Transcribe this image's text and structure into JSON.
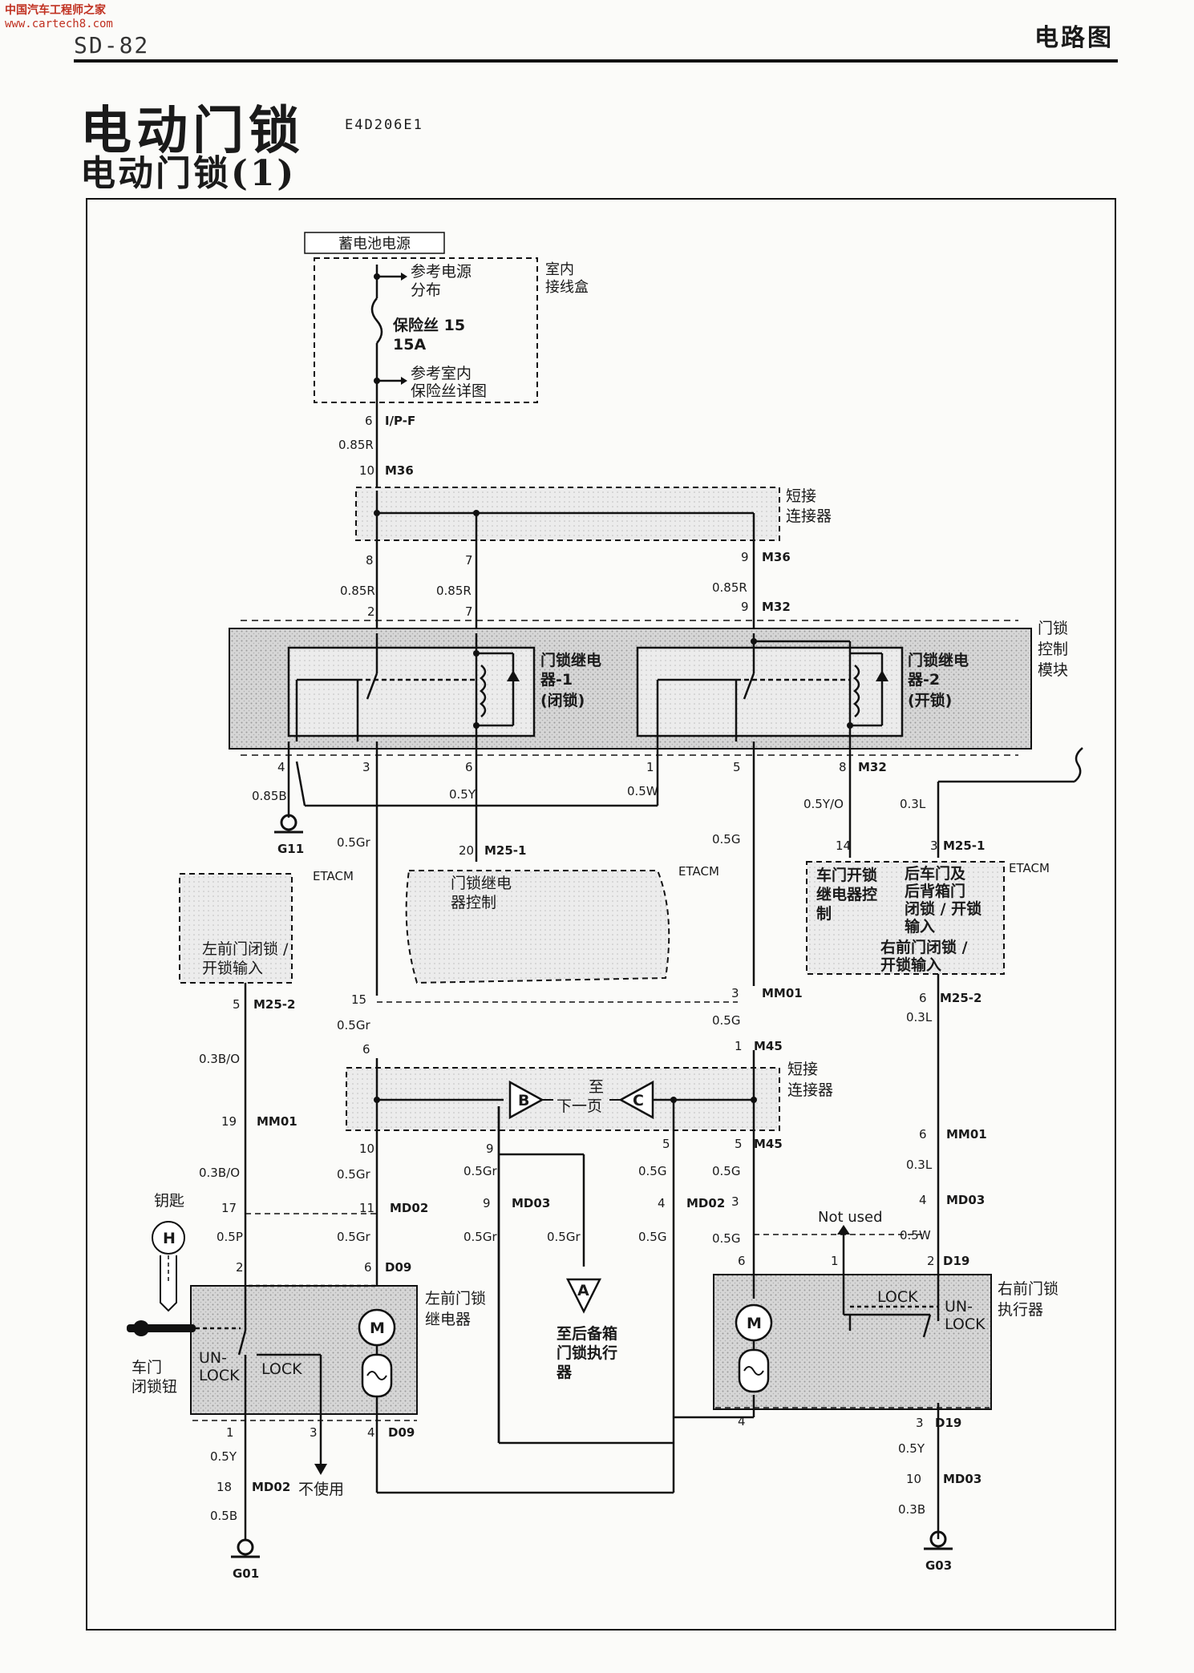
{
  "watermark": {
    "line1": "中国汽车工程师之家",
    "line2": "www.cartech8.com"
  },
  "header": {
    "page_number": "SD-82",
    "section": "电路图"
  },
  "title": {
    "main": "电动门锁",
    "doc_code": "E4D206E1",
    "sub": "电动门锁(1)"
  },
  "power": {
    "source_label": "蓄电池电源",
    "ref_power_l1": "参考电源",
    "ref_power_l2": "分布",
    "fuse_l1": "保险丝 15",
    "fuse_l2": "15A",
    "ref_fuse_l1": "参考室内",
    "ref_fuse_l2": "保险丝详图",
    "junction_l1": "室内",
    "junction_l2": "接线盒"
  },
  "short_connector": {
    "l1": "短接",
    "l2": "连接器"
  },
  "module": {
    "label_l1": "门锁",
    "label_l2": "控制",
    "label_l3": "模块",
    "relay1_l1": "门锁继电",
    "relay1_l2": "器-1",
    "relay1_l3": "(闭锁)",
    "relay2_l1": "门锁继电",
    "relay2_l2": "器-2",
    "relay2_l3": "(开锁)"
  },
  "etacm": {
    "tag": "ETACM",
    "left_l1": "左前门闭锁 /",
    "left_l2": "开锁输入",
    "mid_l1": "门锁继电",
    "mid_l2": "器控制",
    "r1_l1": "车门开锁",
    "r1_l2": "继电器控",
    "r1_l3": "制",
    "r2_l1": "后车门及",
    "r2_l2": "后背箱门",
    "r2_l3": "闭锁 / 开锁",
    "r2_l4": "输入",
    "r3_l1": "右前门闭锁 /",
    "r3_l2": "开锁输入"
  },
  "page_links": {
    "b": "B",
    "c": "C",
    "a": "A",
    "to_next_l1": "至",
    "to_next_l2": "下一页",
    "trunk_l1": "至后备箱",
    "trunk_l2": "门锁执行",
    "trunk_l3": "器"
  },
  "left_door": {
    "key": "钥匙",
    "key_symbol": "H",
    "knob_l1": "车门",
    "knob_l2": "闭锁钮",
    "unlock_l1": "UN-",
    "unlock_l2": "LOCK",
    "lock": "LOCK",
    "relay_l1": "左前门锁",
    "relay_l2": "继电器",
    "not_used": "不使用",
    "motor": "M"
  },
  "right_door": {
    "not_used": "Not used",
    "lock": "LOCK",
    "unlock_l1": "UN-",
    "unlock_l2": "LOCK",
    "actuator_l1": "右前门锁",
    "actuator_l2": "执行器",
    "motor": "M"
  },
  "connectors": {
    "ipf": "I/P-F",
    "m36": "M36",
    "m32": "M32",
    "m25_1": "M25-1",
    "m25_2": "M25-2",
    "mm01": "MM01",
    "m45": "M45",
    "md02": "MD02",
    "md03": "MD03",
    "d09": "D09",
    "d19": "D19"
  },
  "wires": {
    "r085": "0.85R",
    "b085": "0.85B",
    "y05": "0.5Y",
    "w05": "0.5W",
    "yo05": "0.5Y/O",
    "l03": "0.3L",
    "gr05": "0.5Gr",
    "g05": "0.5G",
    "bo03": "0.3B/O",
    "p05": "0.5P",
    "b05": "0.5B",
    "b03": "0.3B"
  },
  "grounds": {
    "g11": "G11",
    "g01": "G01",
    "g03": "G03"
  },
  "pins": {
    "p1": "1",
    "p2": "2",
    "p3": "3",
    "p4": "4",
    "p5": "5",
    "p6": "6",
    "p7": "7",
    "p8": "8",
    "p9": "9",
    "p10": "10",
    "p11": "11",
    "p14": "14",
    "p15": "15",
    "p17": "17",
    "p18": "18",
    "p19": "19",
    "p20": "20"
  }
}
